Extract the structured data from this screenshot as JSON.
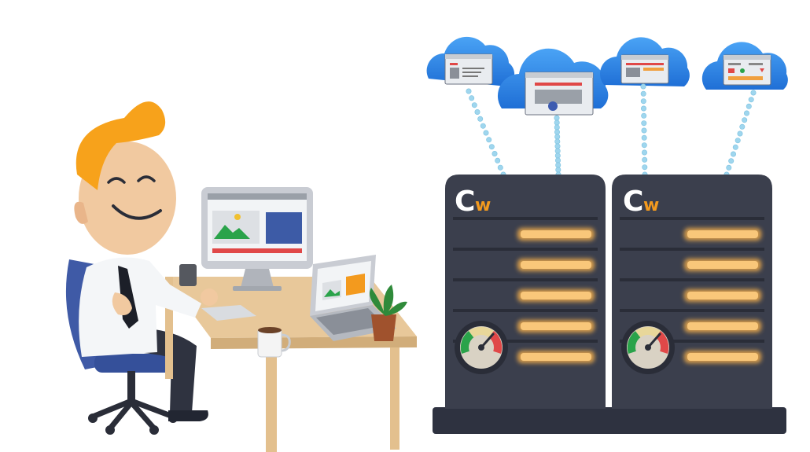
{
  "servers": [
    {
      "logo_c": "C",
      "logo_w": "w",
      "slots": 5,
      "gauge_level": 0.72
    },
    {
      "logo_c": "C",
      "logo_w": "w",
      "slots": 5,
      "gauge_level": 0.72
    }
  ],
  "clouds": [
    {
      "icon": "browser-list-icon"
    },
    {
      "icon": "browser-media-icon"
    },
    {
      "icon": "browser-layout-icon"
    },
    {
      "icon": "browser-form-icon"
    }
  ],
  "colors": {
    "server_body": "#3b3f4d",
    "server_base": "#2e3240",
    "slot_glow": "#f6b04c",
    "logo_w": "#f39a1e",
    "cloud": "#2a7de1",
    "connector": "#9fd6ee",
    "hair": "#f7a21b",
    "desk": "#e8c89a",
    "chair": "#3f5aa6"
  }
}
